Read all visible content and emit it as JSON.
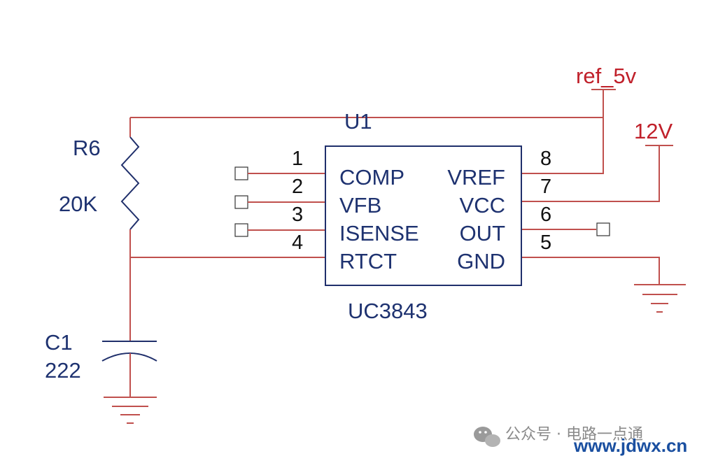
{
  "ic": {
    "ref": "U1",
    "part": "UC3843",
    "left_pins": [
      {
        "num": "1",
        "name": "COMP"
      },
      {
        "num": "2",
        "name": "VFB"
      },
      {
        "num": "3",
        "name": "ISENSE"
      },
      {
        "num": "4",
        "name": "RTCT"
      }
    ],
    "right_pins": [
      {
        "num": "8",
        "name": "VREF"
      },
      {
        "num": "7",
        "name": "VCC"
      },
      {
        "num": "6",
        "name": "OUT"
      },
      {
        "num": "5",
        "name": "GND"
      }
    ]
  },
  "resistor": {
    "ref": "R6",
    "value": "20K"
  },
  "capacitor": {
    "ref": "C1",
    "value": "222"
  },
  "nets": {
    "ref_net": "ref_5v",
    "supply": "12V"
  },
  "watermark": {
    "account": "公众号 · 电路一点通",
    "site": "www.jdwx.cn"
  },
  "colors": {
    "wire": "#c0504d",
    "component": "#1f2f6b",
    "net_label": "#c0202a"
  }
}
